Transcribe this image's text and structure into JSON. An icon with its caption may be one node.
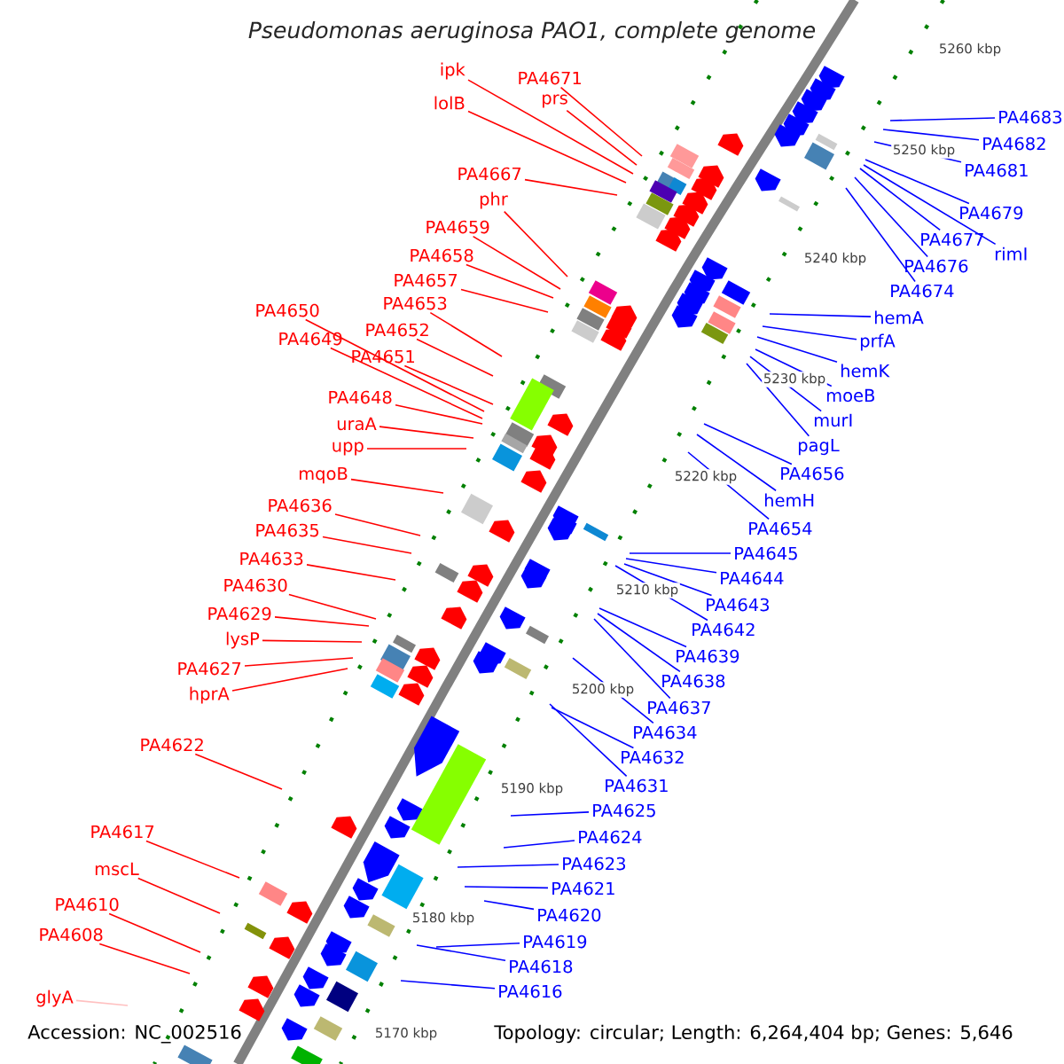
{
  "diagram": {
    "title": "Pseudomonas aeruginosa PAO1, complete genome",
    "nodes": [
      {
        "text": [
          "ipk"
        ]
      },
      {
        "text": [
          "PA4671"
        ]
      },
      {
        "text": [
          "prs"
        ]
      },
      {
        "text": [
          "lolB"
        ]
      },
      {
        "text": [
          "PA4667"
        ]
      },
      {
        "text": [
          "phr"
        ]
      },
      {
        "text": [
          "PA4659"
        ]
      },
      {
        "text": [
          "PA4658"
        ]
      },
      {
        "text": [
          "PA4657"
        ]
      },
      {
        "text": [
          "PA4653"
        ]
      },
      {
        "text": [
          "PA4652"
        ]
      },
      {
        "text": [
          "PA4650"
        ]
      },
      {
        "text": [
          "PA4649"
        ]
      },
      {
        "text": [
          "PA4651"
        ]
      },
      {
        "text": [
          "PA4648"
        ]
      },
      {
        "text": [
          "uraA"
        ]
      },
      {
        "text": [
          "upp"
        ]
      },
      {
        "text": [
          "mqoB"
        ]
      },
      {
        "text": [
          "PA4636"
        ]
      },
      {
        "text": [
          "PA4635"
        ]
      },
      {
        "text": [
          "PA4633"
        ]
      },
      {
        "text": [
          "PA4630"
        ]
      },
      {
        "text": [
          "PA4629"
        ]
      },
      {
        "text": [
          "lysP"
        ]
      },
      {
        "text": [
          "PA4627"
        ]
      },
      {
        "text": [
          "hprA"
        ]
      },
      {
        "text": [
          "PA4622"
        ]
      },
      {
        "text": [
          "PA4617"
        ]
      },
      {
        "text": [
          "mscL"
        ]
      },
      {
        "text": [
          "PA4610"
        ]
      },
      {
        "text": [
          "PA4608"
        ]
      },
      {
        "text": [
          "glyA"
        ]
      },
      {
        "text": [
          "PA4683"
        ]
      },
      {
        "text": [
          "PA4682"
        ]
      },
      {
        "text": [
          "PA4681"
        ]
      },
      {
        "text": [
          "PA4679"
        ]
      },
      {
        "text": [
          "rimI"
        ]
      },
      {
        "text": [
          "PA4677"
        ]
      },
      {
        "text": [
          "PA4676"
        ]
      },
      {
        "text": [
          "PA4674"
        ]
      },
      {
        "text": [
          "hemA"
        ]
      },
      {
        "text": [
          "prfA"
        ]
      },
      {
        "text": [
          "hemK"
        ]
      },
      {
        "text": [
          "moeB"
        ]
      },
      {
        "text": [
          "murI"
        ]
      },
      {
        "text": [
          "pagL"
        ]
      },
      {
        "text": [
          "PA4656"
        ]
      },
      {
        "text": [
          "hemH"
        ]
      },
      {
        "text": [
          "PA4654"
        ]
      },
      {
        "text": [
          "PA4645"
        ]
      },
      {
        "text": [
          "PA4644"
        ]
      },
      {
        "text": [
          "PA4643"
        ]
      },
      {
        "text": [
          "PA4642"
        ]
      },
      {
        "text": [
          "PA4639"
        ]
      },
      {
        "text": [
          "PA4638"
        ]
      },
      {
        "text": [
          "PA4637"
        ]
      },
      {
        "text": [
          "PA4634"
        ]
      },
      {
        "text": [
          "PA4632"
        ]
      },
      {
        "text": [
          "PA4631"
        ]
      },
      {
        "text": [
          "PA4625"
        ]
      },
      {
        "text": [
          "PA4624"
        ]
      },
      {
        "text": [
          "PA4623"
        ]
      },
      {
        "text": [
          "PA4621"
        ]
      },
      {
        "text": [
          "PA4620"
        ]
      },
      {
        "text": [
          "PA4619"
        ]
      },
      {
        "text": [
          "PA4618"
        ]
      },
      {
        "text": [
          "PA4616"
        ]
      }
    ],
    "edges": [
      {
        "from": 0,
        "to": null,
        "arrow": "none",
        "color": "#ff0000"
      },
      {
        "from": 1,
        "to": null,
        "arrow": "none",
        "color": "#ff0000"
      },
      {
        "from": 2,
        "to": null,
        "arrow": "none",
        "color": "#ff0000"
      },
      {
        "from": 3,
        "to": null,
        "arrow": "none",
        "color": "#ff0000"
      },
      {
        "from": 4,
        "to": null,
        "arrow": "none",
        "color": "#ff0000"
      },
      {
        "from": 5,
        "to": null,
        "arrow": "none",
        "color": "#ff0000"
      },
      {
        "from": 6,
        "to": null,
        "arrow": "none",
        "color": "#ff0000"
      },
      {
        "from": 7,
        "to": null,
        "arrow": "none",
        "color": "#ff0000"
      },
      {
        "from": 8,
        "to": null,
        "arrow": "none",
        "color": "#ff0000"
      },
      {
        "from": 9,
        "to": null,
        "arrow": "none",
        "color": "#ff0000"
      },
      {
        "from": 10,
        "to": null,
        "arrow": "none",
        "color": "#ff0000"
      },
      {
        "from": 11,
        "to": null,
        "arrow": "none",
        "color": "#ff0000"
      },
      {
        "from": 12,
        "to": null,
        "arrow": "none",
        "color": "#ff0000"
      },
      {
        "from": 13,
        "to": null,
        "arrow": "none",
        "color": "#ff0000"
      },
      {
        "from": 14,
        "to": null,
        "arrow": "none",
        "color": "#ff0000"
      },
      {
        "from": 15,
        "to": null,
        "arrow": "none",
        "color": "#ff0000"
      },
      {
        "from": 16,
        "to": null,
        "arrow": "none",
        "color": "#ff0000"
      },
      {
        "from": 17,
        "to": null,
        "arrow": "none",
        "color": "#ff0000"
      },
      {
        "from": 18,
        "to": null,
        "arrow": "none",
        "color": "#ff0000"
      },
      {
        "from": 19,
        "to": null,
        "arrow": "none",
        "color": "#ff0000"
      },
      {
        "from": 20,
        "to": null,
        "arrow": "none",
        "color": "#ff0000"
      },
      {
        "from": 21,
        "to": null,
        "arrow": "none",
        "color": "#ff0000"
      },
      {
        "from": 22,
        "to": null,
        "arrow": "none",
        "color": "#ff0000"
      },
      {
        "from": 23,
        "to": null,
        "arrow": "none",
        "color": "#ff0000"
      },
      {
        "from": 24,
        "to": null,
        "arrow": "none",
        "color": "#ff0000"
      },
      {
        "from": 25,
        "to": null,
        "arrow": "none",
        "color": "#ff0000"
      },
      {
        "from": 26,
        "to": null,
        "arrow": "none",
        "color": "#ff0000"
      },
      {
        "from": 27,
        "to": null,
        "arrow": "none",
        "color": "#ff0000"
      },
      {
        "from": 28,
        "to": null,
        "arrow": "none",
        "color": "#ff0000"
      },
      {
        "from": 29,
        "to": null,
        "arrow": "none",
        "color": "#ff0000"
      },
      {
        "from": 30,
        "to": null,
        "arrow": "none",
        "color": "#ff0000"
      },
      {
        "from": 31,
        "to": null,
        "arrow": "none",
        "color": "#ffc0c0"
      },
      {
        "from": 32,
        "to": null,
        "arrow": "none"
      },
      {
        "from": 33,
        "to": null,
        "arrow": "none"
      },
      {
        "from": 34,
        "to": null,
        "arrow": "none"
      },
      {
        "from": 35,
        "to": null,
        "arrow": "none"
      },
      {
        "from": 36,
        "to": null,
        "arrow": "none"
      },
      {
        "from": 37,
        "to": null,
        "arrow": "none"
      },
      {
        "from": 38,
        "to": null,
        "arrow": "none"
      },
      {
        "from": 39,
        "to": null,
        "arrow": "none"
      },
      {
        "from": 40,
        "to": null,
        "arrow": "none"
      },
      {
        "from": 41,
        "to": null,
        "arrow": "none"
      },
      {
        "from": 42,
        "to": null,
        "arrow": "none"
      },
      {
        "from": 43,
        "to": null,
        "arrow": "none"
      },
      {
        "from": 44,
        "to": null,
        "arrow": "none"
      },
      {
        "from": 45,
        "to": null,
        "arrow": "none"
      },
      {
        "from": 46,
        "to": null,
        "arrow": "none"
      },
      {
        "from": 47,
        "to": null,
        "arrow": "none"
      },
      {
        "from": 48,
        "to": null,
        "arrow": "none"
      },
      {
        "from": 49,
        "to": null,
        "arrow": "none"
      },
      {
        "from": 50,
        "to": null,
        "arrow": "none"
      },
      {
        "from": 51,
        "to": null,
        "arrow": "none"
      },
      {
        "from": 52,
        "to": null,
        "arrow": "none"
      },
      {
        "from": 53,
        "to": null,
        "arrow": "none"
      },
      {
        "from": 54,
        "to": null,
        "arrow": "none"
      },
      {
        "from": 55,
        "to": null,
        "arrow": "none"
      },
      {
        "from": 56,
        "to": null,
        "arrow": "none"
      },
      {
        "from": 57,
        "to": null,
        "arrow": "none"
      },
      {
        "from": 58,
        "to": null,
        "arrow": "none"
      },
      {
        "from": 59,
        "to": null,
        "arrow": "none"
      },
      {
        "from": 60,
        "to": null,
        "arrow": "none"
      },
      {
        "from": 61,
        "to": null,
        "arrow": "none"
      },
      {
        "from": 62,
        "to": null,
        "arrow": "none"
      },
      {
        "from": 63,
        "to": null,
        "arrow": "none"
      },
      {
        "from": 64,
        "to": null,
        "arrow": "none"
      },
      {
        "from": 65,
        "to": null,
        "arrow": "none"
      },
      {
        "from": 66,
        "to": null,
        "arrow": "none"
      }
    ],
    "labels": [
      "5260 kbp",
      "5250 kbp",
      "5240 kbp",
      "5230 kbp",
      "5220 kbp",
      "5210 kbp",
      "5200 kbp",
      "5190 kbp",
      "5180 kbp",
      "5170 kbp",
      "Accession: NC_002516",
      "Topology: circular; Length: 6,264,404 bp; Genes: 5,646"
    ]
  }
}
